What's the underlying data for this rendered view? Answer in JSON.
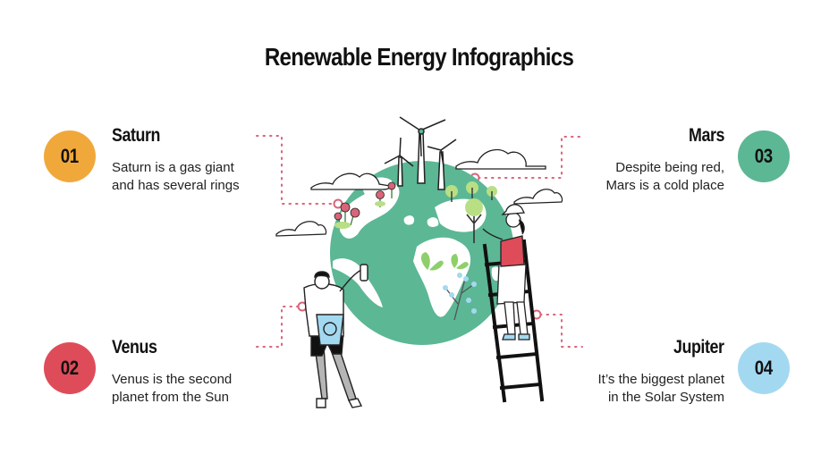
{
  "title": "Renewable Energy Infographics",
  "colors": {
    "orange": "#f1a83b",
    "red": "#de4c5a",
    "green": "#5cb795",
    "light_blue": "#a3d9f0",
    "globe": "#5cb795",
    "connector": "#d9647a"
  },
  "items": [
    {
      "number": "01",
      "heading": "Saturn",
      "description": "Saturn is a gas giant\nand has several rings",
      "color": "#f1a83b"
    },
    {
      "number": "02",
      "heading": "Venus",
      "description": "Venus is the second\nplanet from the Sun",
      "color": "#de4c5a"
    },
    {
      "number": "03",
      "heading": "Mars",
      "description": "Despite being red,\nMars is a cold place",
      "color": "#5cb795"
    },
    {
      "number": "04",
      "heading": "Jupiter",
      "description": "It’s the biggest planet\nin the Solar System",
      "color": "#a3d9f0"
    }
  ],
  "illustration": {
    "description": "Earth globe with wind turbines, clouds, flowers, trees, a man recycling and a woman on a ladder planting",
    "icons": [
      "globe-icon",
      "wind-turbine-icon",
      "cloud-icon",
      "flower-icon",
      "tree-icon",
      "recycle-bin-icon",
      "ladder-icon"
    ]
  }
}
